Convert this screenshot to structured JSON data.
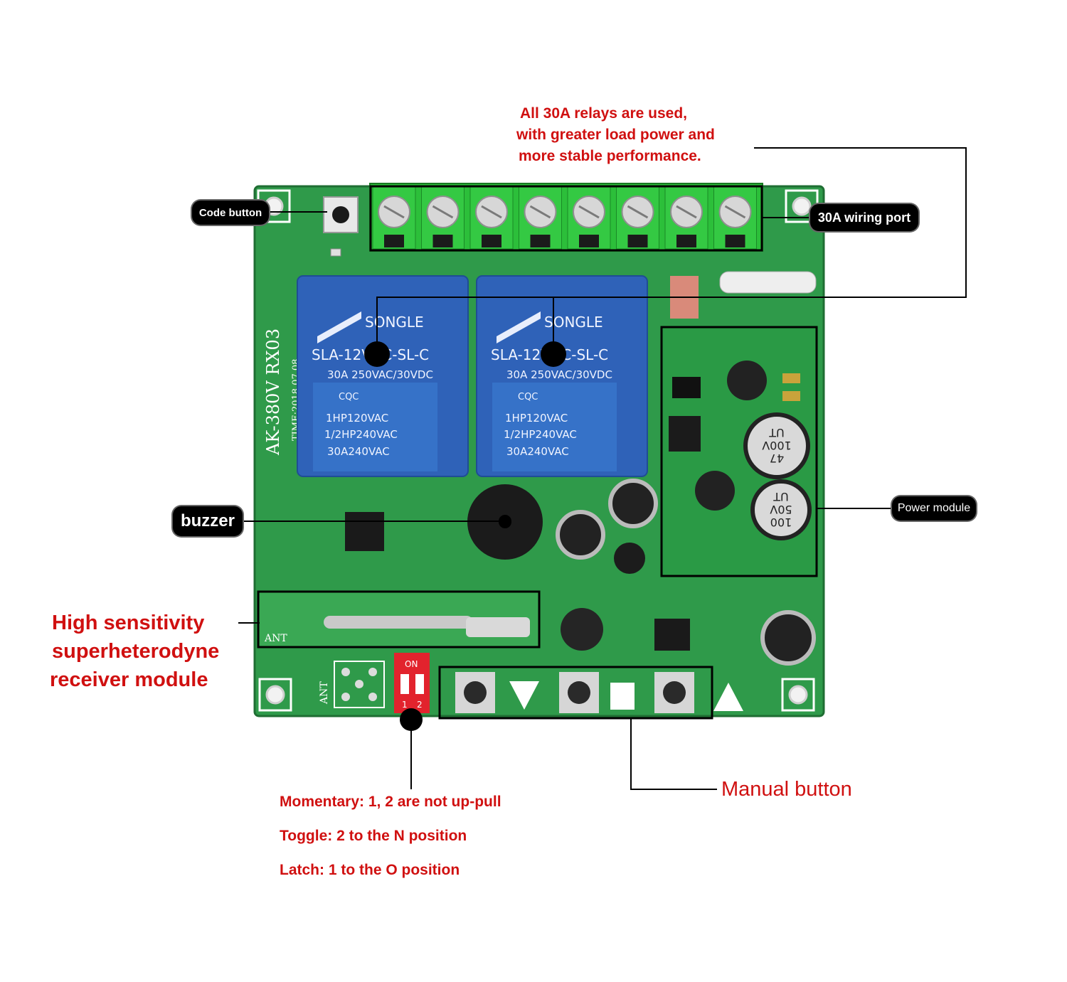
{
  "relay_note": {
    "lines": [
      "All 30A relays are used,",
      "with greater load power and",
      "more stable performance."
    ]
  },
  "labels": {
    "code_button": "Code button",
    "wiring_port": "30A wiring port",
    "buzzer": "buzzer",
    "power_module": "Power module",
    "manual_button": "Manual button",
    "receiver": [
      "High sensitivity",
      "superheterodyne",
      "receiver module"
    ]
  },
  "dip_notes": [
    "Momentary: 1, 2 are not up-pull",
    "Toggle: 2 to the N position",
    "Latch: 1 to the O position"
  ],
  "board": {
    "model": "AK-380V  RX03",
    "time_stamp": "TIME:2018.07.08",
    "ant_label": "ANT",
    "ant_module_label": "ANT",
    "dip_on": "ON",
    "dip_1": "1",
    "dip_2": "2"
  },
  "relays": [
    {
      "brand": "SONGLE",
      "model": "SLA-12VDC-SL-C",
      "rating": "30A 250VAC/30VDC",
      "cert": "CQC",
      "specs": [
        "1HP120VAC",
        "1/2HP240VAC",
        "30A240VAC"
      ]
    },
    {
      "brand": "SONGLE",
      "model": "SLA-12VDC-SL-C",
      "rating": "30A 250VAC/30VDC",
      "cert": "CQC",
      "specs": [
        "1HP120VAC",
        "1/2HP240VAC",
        "30A240VAC"
      ]
    }
  ],
  "capacitors": [
    {
      "value": "47",
      "voltage": "100V",
      "unit": "UT"
    },
    {
      "value": "100",
      "voltage": "50V",
      "unit": "UT"
    }
  ],
  "colors": {
    "pcb": "#2f9a4a",
    "terminal": "#2cbf3a",
    "relay": "#2f62b8",
    "annotation_red": "#d01010",
    "pill": "#000000"
  }
}
